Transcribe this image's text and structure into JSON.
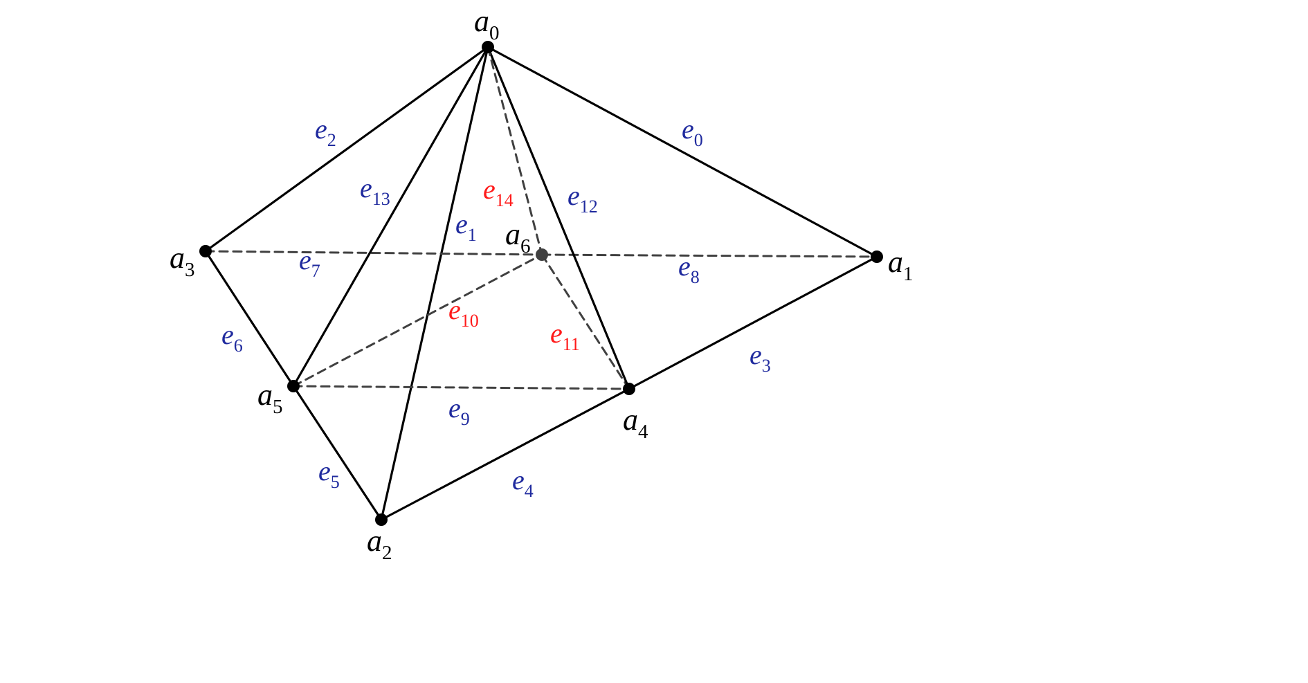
{
  "graph": {
    "colors": {
      "solid_edge": "#000000",
      "dashed_edge": "#404040",
      "vertex": "#000000",
      "hidden_vertex": "#404040",
      "vertex_label": "#000000",
      "edge_label_visible": "#1f2a9e",
      "edge_label_hidden": "#ff1a1a"
    },
    "vertices": [
      {
        "id": "a0",
        "letter": "a",
        "index": "0",
        "hidden": false
      },
      {
        "id": "a1",
        "letter": "a",
        "index": "1",
        "hidden": false
      },
      {
        "id": "a2",
        "letter": "a",
        "index": "2",
        "hidden": false
      },
      {
        "id": "a3",
        "letter": "a",
        "index": "3",
        "hidden": false
      },
      {
        "id": "a4",
        "letter": "a",
        "index": "4",
        "hidden": false
      },
      {
        "id": "a5",
        "letter": "a",
        "index": "5",
        "hidden": false
      },
      {
        "id": "a6",
        "letter": "a",
        "index": "6",
        "hidden": true
      }
    ],
    "edges": [
      {
        "id": "e0",
        "letter": "e",
        "index": "0",
        "from": "a0",
        "to": "a1",
        "style": "solid",
        "label_color": "visible"
      },
      {
        "id": "e1",
        "letter": "e",
        "index": "1",
        "from": "a0",
        "to": "a2",
        "style": "solid",
        "label_color": "visible"
      },
      {
        "id": "e2",
        "letter": "e",
        "index": "2",
        "from": "a0",
        "to": "a3",
        "style": "solid",
        "label_color": "visible"
      },
      {
        "id": "e3",
        "letter": "e",
        "index": "3",
        "from": "a1",
        "to": "a4",
        "style": "solid",
        "label_color": "visible"
      },
      {
        "id": "e4",
        "letter": "e",
        "index": "4",
        "from": "a4",
        "to": "a2",
        "style": "solid",
        "label_color": "visible"
      },
      {
        "id": "e5",
        "letter": "e",
        "index": "5",
        "from": "a5",
        "to": "a2",
        "style": "solid",
        "label_color": "visible"
      },
      {
        "id": "e6",
        "letter": "e",
        "index": "6",
        "from": "a3",
        "to": "a5",
        "style": "solid",
        "label_color": "visible"
      },
      {
        "id": "e7",
        "letter": "e",
        "index": "7",
        "from": "a3",
        "to": "a6",
        "style": "dashed",
        "label_color": "visible"
      },
      {
        "id": "e8",
        "letter": "e",
        "index": "8",
        "from": "a6",
        "to": "a1",
        "style": "dashed",
        "label_color": "visible"
      },
      {
        "id": "e9",
        "letter": "e",
        "index": "9",
        "from": "a5",
        "to": "a4",
        "style": "dashed",
        "label_color": "visible"
      },
      {
        "id": "e10",
        "letter": "e",
        "index": "10",
        "from": "a5",
        "to": "a6",
        "style": "dashed",
        "label_color": "hidden"
      },
      {
        "id": "e11",
        "letter": "e",
        "index": "11",
        "from": "a6",
        "to": "a4",
        "style": "dashed",
        "label_color": "hidden"
      },
      {
        "id": "e12",
        "letter": "e",
        "index": "12",
        "from": "a0",
        "to": "a4",
        "style": "solid",
        "label_color": "visible"
      },
      {
        "id": "e13",
        "letter": "e",
        "index": "13",
        "from": "a0",
        "to": "a5",
        "style": "solid",
        "label_color": "visible"
      },
      {
        "id": "e14",
        "letter": "e",
        "index": "14",
        "from": "a0",
        "to": "a6",
        "style": "dashed",
        "label_color": "hidden"
      }
    ]
  }
}
